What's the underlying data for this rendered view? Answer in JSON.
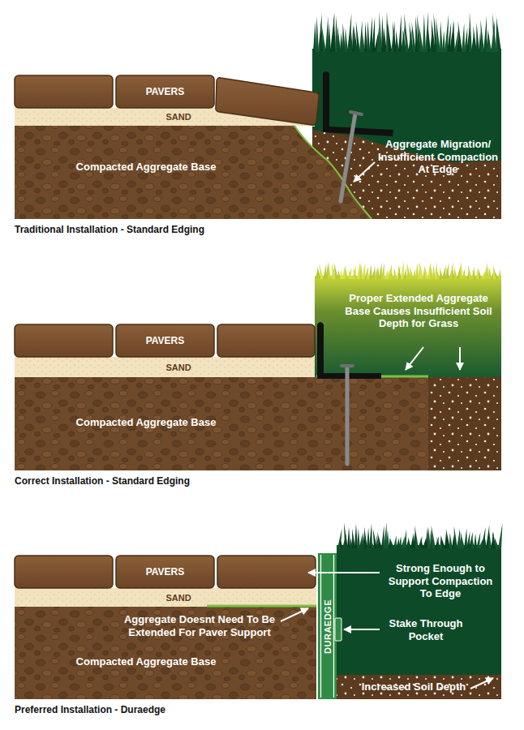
{
  "diagram": {
    "nodes": [
      {
        "text": [
          "PAVERS"
        ]
      },
      {
        "text": [
          "SAND"
        ]
      },
      {
        "text": [
          "Compacted Aggregate Base"
        ]
      },
      {
        "text": [
          "PAVERS"
        ]
      },
      {
        "text": [
          "SAND"
        ]
      },
      {
        "text": [
          "Compacted Aggregate Base"
        ]
      },
      {
        "text": [
          "PAVERS"
        ]
      },
      {
        "text": [
          "SAND"
        ]
      },
      {
        "text": [
          "Compacted Aggregate Base"
        ]
      },
      {
        "text": [
          "DURAEDGE"
        ]
      }
    ],
    "labels": [
      "Aggregate Migration/ Insufficient Compaction At Edge",
      "Traditional Installation - Standard Edging",
      "Proper Extended Aggregate Base Causes Insufficient Soil Depth for Grass",
      "Correct Installation - Standard Edging",
      "Strong Enough to Support Compaction To Edge",
      "Aggregate Doesnt Need To Be Extended For Paver Support",
      "Stake Through Pocket",
      "Increased Soil Depth",
      "Preferred Installation - Duraedge"
    ]
  }
}
